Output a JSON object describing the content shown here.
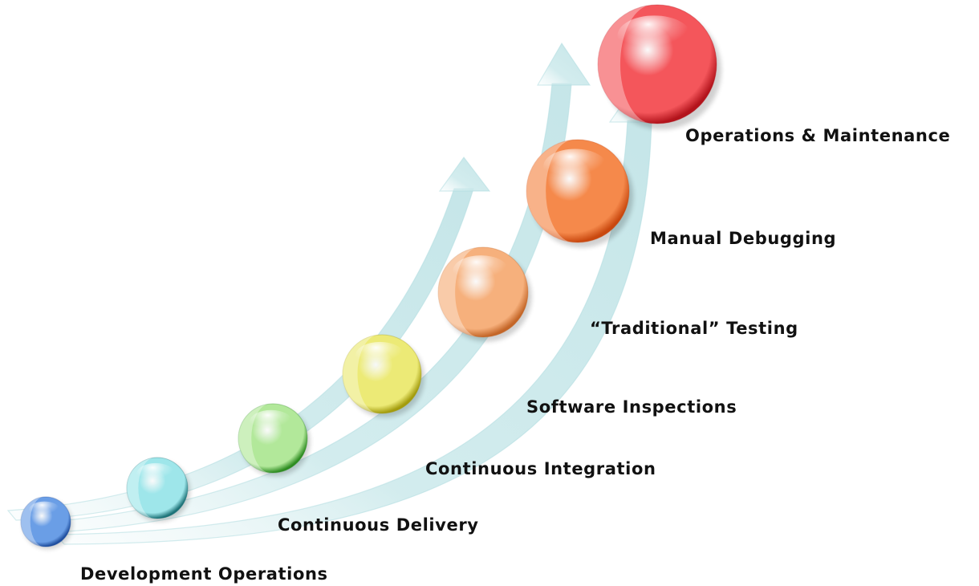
{
  "diagram": {
    "stages": [
      {
        "label": "Development Operations",
        "color": "#6a9ee6",
        "shade": "#1f4e9e",
        "icon": "sphere-icon"
      },
      {
        "label": "Continuous Delivery",
        "color": "#9ee6ea",
        "shade": "#1e7378",
        "icon": "sphere-icon"
      },
      {
        "label": "Continuous Integration",
        "color": "#b2e89a",
        "shade": "#2f8d22",
        "icon": "sphere-icon"
      },
      {
        "label": "Software Inspections",
        "color": "#ecea76",
        "shade": "#a39c0e",
        "icon": "sphere-icon"
      },
      {
        "label": "“Traditional” Testing",
        "color": "#f6b07c",
        "shade": "#c46628",
        "icon": "sphere-icon"
      },
      {
        "label": "Manual Debugging",
        "color": "#f5894b",
        "shade": "#c9480f",
        "icon": "sphere-icon"
      },
      {
        "label": "Operations & Maintenance",
        "color": "#f4565b",
        "shade": "#b3141c",
        "icon": "sphere-icon"
      }
    ],
    "arrow_color": "#b9e0e3"
  }
}
